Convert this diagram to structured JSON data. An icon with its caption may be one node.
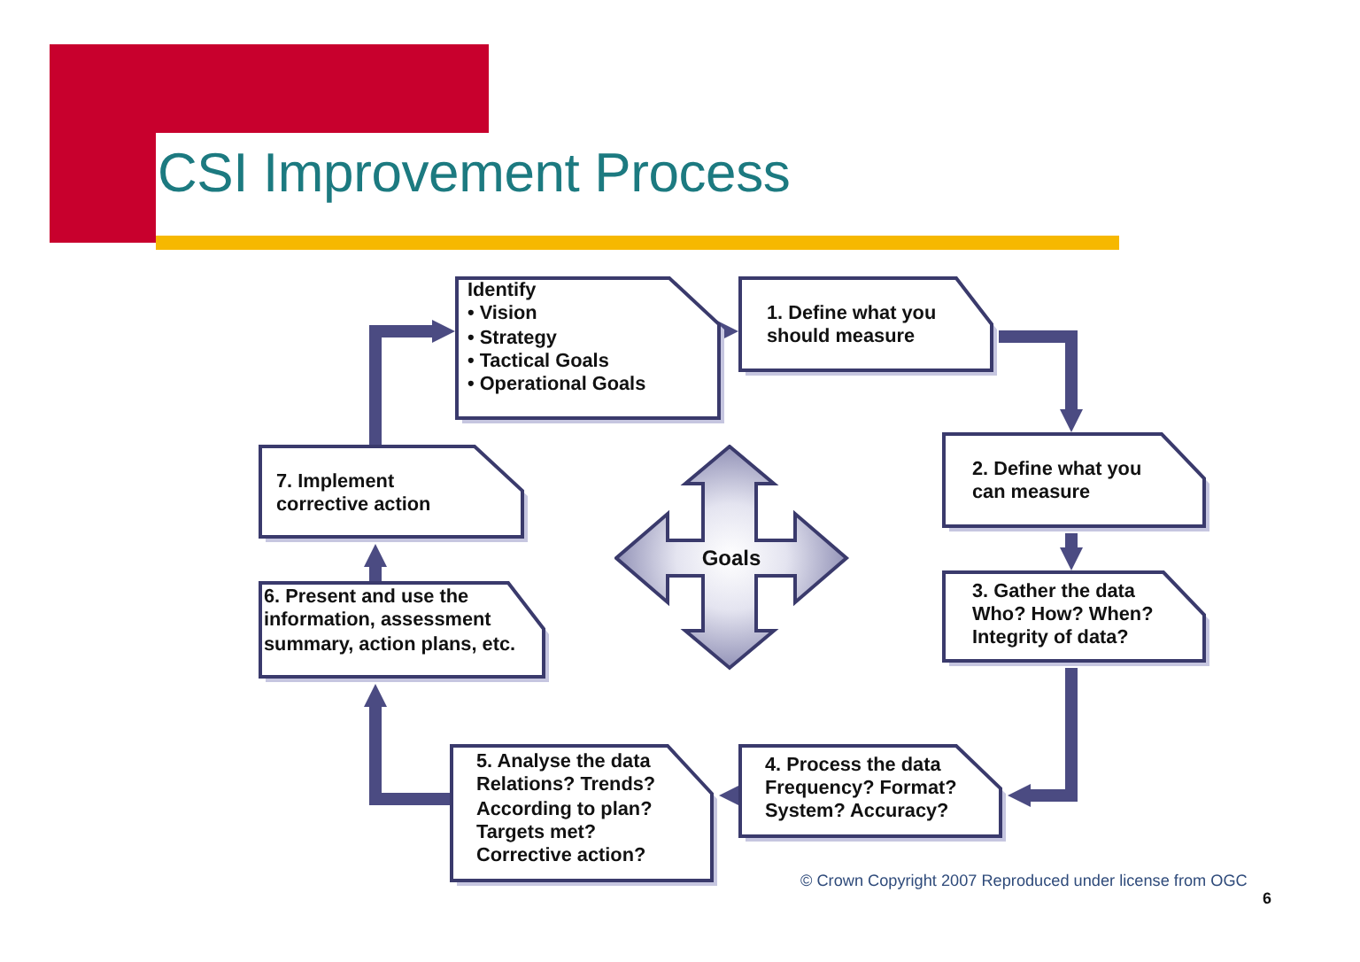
{
  "diagram": {
    "title": "CSI Improvement Process",
    "nodes": [
      {
        "text": [
          "Identify",
          "• Vision",
          "• Strategy",
          "• Tactical Goals",
          "• Operational Goals"
        ]
      },
      {
        "text": [
          "1. Define what you should measure"
        ]
      },
      {
        "text": [
          "2. Define what you can measure"
        ]
      },
      {
        "text": [
          "3. Gather the data",
          "Who? How? When?",
          "Integrity of data?"
        ]
      },
      {
        "text": [
          "4. Process the data",
          "Frequency? Format?",
          "System? Accuracy?"
        ]
      },
      {
        "text": [
          "5. Analyse the data",
          "Relations? Trends?",
          "According to plan?",
          "Targets met?",
          "Corrective action?"
        ]
      },
      {
        "text": [
          "6. Present and use the information, assessment summary, action plans, etc."
        ]
      },
      {
        "text": [
          "7. Implement corrective action"
        ]
      },
      {
        "text": [
          "Goals"
        ]
      }
    ],
    "edges": [
      {
        "from": 0,
        "to": 1,
        "arrow": "to"
      },
      {
        "from": 1,
        "to": 2,
        "arrow": "to"
      },
      {
        "from": 2,
        "to": 3,
        "arrow": "to"
      },
      {
        "from": 3,
        "to": 4,
        "arrow": "to"
      },
      {
        "from": 4,
        "to": 5,
        "arrow": "to"
      },
      {
        "from": 5,
        "to": 6,
        "arrow": "to"
      },
      {
        "from": 6,
        "to": 7,
        "arrow": "to"
      },
      {
        "from": 7,
        "to": 0,
        "arrow": "to"
      }
    ],
    "labels": [
      "© Crown Copyright 2007 Reproduced under license from OGC",
      "6"
    ]
  }
}
